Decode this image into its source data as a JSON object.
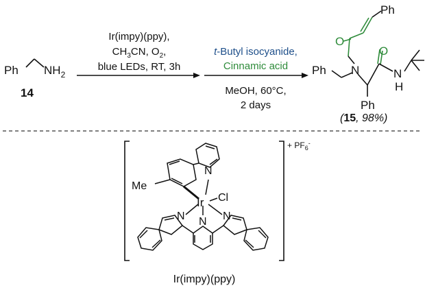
{
  "reaction": {
    "reactant": {
      "label_ph": "Ph",
      "label_nh2": "NH",
      "label_nh2_sub": "2",
      "compound_number": "14"
    },
    "step1": {
      "line1": "Ir(impy)(ppy),",
      "line2_a": "CH",
      "line2_sub": "3",
      "line2_b": "CN, O",
      "line2_sub2": "2",
      "line2_c": ",",
      "line3": "blue LEDs, RT, 3h"
    },
    "step2": {
      "line1_t": "t",
      "line1_rest": "-Butyl isocyanide,",
      "line2": "Cinnamic acid",
      "line3": "MeOH, 60°C,",
      "line4": "2 days"
    },
    "product": {
      "ph_top": "Ph",
      "o1": "O",
      "o2": "O",
      "n_amide": "N",
      "ph_left": "Ph",
      "ph_bottom": "Ph",
      "n_h": "N",
      "h": "H",
      "caption_open": "(",
      "caption_num": "15",
      "caption_yield": ", 98%)"
    }
  },
  "catalyst": {
    "charge": "+ PF",
    "charge_sub": "6",
    "charge_sup": "-",
    "me": "Me",
    "ir": "Ir",
    "cl": "Cl",
    "n_pyr_top": "N",
    "n_imid_left": "N",
    "n_center": "N",
    "n_imid_right": "N",
    "name": "Ir(impy)(ppy)"
  },
  "colors": {
    "green": "#2e8b3a",
    "blue": "#1e4f8a",
    "ink": "#111111"
  }
}
